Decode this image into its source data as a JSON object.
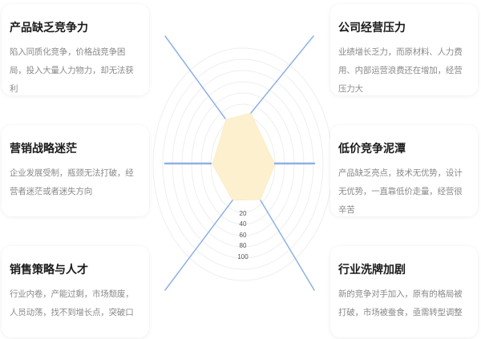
{
  "cards": [
    {
      "title": "产品缺乏竞争力",
      "desc": "陷入同质化竞争，价格战竞争困局，投入大量人力物力，却无法获利"
    },
    {
      "title": "营销战略迷茫",
      "desc": "企业发展受制，瓶颈无法打破，经营者迷茫或者迷失方向"
    },
    {
      "title": "销售策略与人才",
      "desc": "行业内卷，产能过剩，市场颓废，人员动荡，找不到增长点，突破口"
    },
    {
      "title": "公司经营压力",
      "desc": "业绩增长乏力，而原材料、人力费用、内部运营浪费还在增加，经营压力大"
    },
    {
      "title": "低价竞争泥潭",
      "desc": "产品缺乏亮点，技术无优势，设计无优势，一直靠低价走量，经营很辛苦"
    },
    {
      "title": "行业洗牌加剧",
      "desc": "新的竞争对手加入，原有的格局被打破，市场被蚕食，亟需转型调整"
    }
  ],
  "colors": {
    "fill": "#fdf0cf",
    "axis": "#8fb0e6",
    "ring": "#eeeeee",
    "title": "#1a1a1a",
    "desc": "#8a8a8a"
  },
  "chart_data": {
    "type": "radar",
    "title": "",
    "axes": [
      "产品缺乏竞争力",
      "公司经营压力",
      "低价竞争泥潭",
      "行业洗牌加剧",
      "销售策略与人才",
      "营销战略迷茫"
    ],
    "ring_labels": [
      "20",
      "40",
      "60",
      "80",
      "100"
    ],
    "range": [
      0,
      100
    ],
    "series": [
      {
        "name": "",
        "values": [
          30,
          35,
          40,
          30,
          25,
          38
        ]
      }
    ],
    "grid": true,
    "legend": "none"
  }
}
